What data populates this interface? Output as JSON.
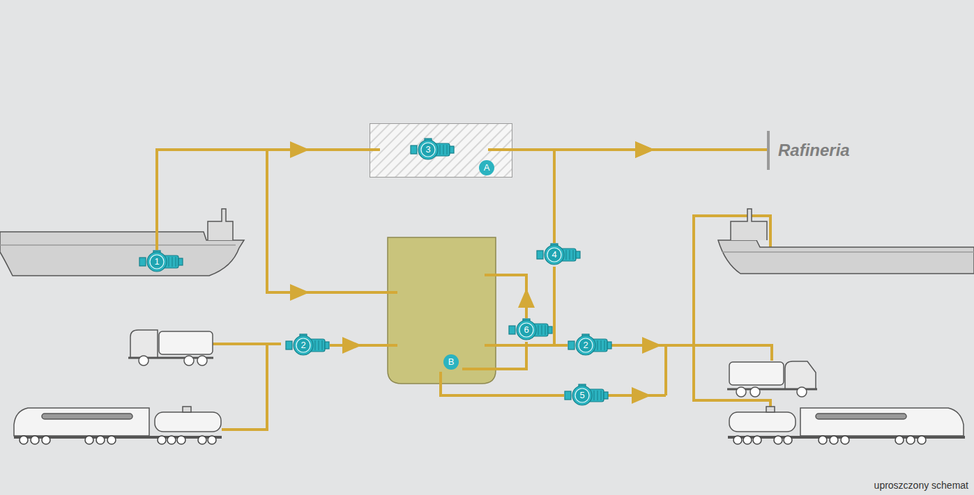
{
  "diagram": {
    "nodes": [
      {
        "text": [
          "A"
        ]
      },
      {
        "text": [
          "3"
        ],
        "in": 0
      },
      {
        "text": [
          "Rafineria"
        ]
      },
      {
        "text": [
          "1"
        ]
      },
      {
        "text": [
          "4"
        ]
      },
      {
        "text": [
          "B"
        ]
      },
      {
        "text": [
          "6"
        ]
      },
      {
        "text": [
          "2"
        ]
      },
      {
        "text": [
          "2"
        ]
      },
      {
        "text": [
          "5"
        ]
      }
    ],
    "edges": [
      {
        "from": 3,
        "to": 0,
        "arrow": "to"
      },
      {
        "from": 3,
        "to": 5,
        "arrow": "to"
      },
      {
        "from": 0,
        "to": 2,
        "arrow": "to"
      },
      {
        "from": 4,
        "to": 2,
        "arrow": "to"
      },
      {
        "from": 5,
        "to": 4,
        "arrow": "none"
      },
      {
        "from": 7,
        "to": 5,
        "arrow": "to"
      },
      {
        "from": 5,
        "to": 6,
        "arrow": "none"
      },
      {
        "from": 6,
        "to": 5,
        "arrow": "to"
      },
      {
        "from": 5,
        "to": 8,
        "arrow": "none"
      },
      {
        "from": 5,
        "to": 9,
        "arrow": "none"
      }
    ],
    "labels": [
      "uproszczony schemat"
    ]
  }
}
